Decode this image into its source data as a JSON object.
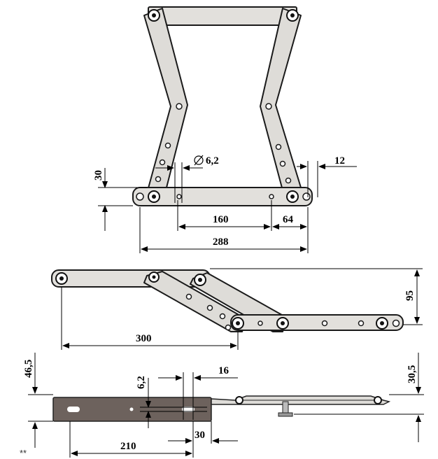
{
  "top_view": {
    "dims": {
      "height_30": "30",
      "hole_dia": "6,2",
      "offset_12": "12",
      "span_160": "160",
      "span_64": "64",
      "width_288": "288"
    }
  },
  "middle_view": {
    "dims": {
      "length_300": "300",
      "height_95": "95"
    }
  },
  "bottom_view": {
    "dims": {
      "height_46_5": "46,5",
      "height_6_2": "6,2",
      "slot_16": "16",
      "height_30_5": "30,5",
      "length_210": "210",
      "slot_30": "30"
    }
  },
  "footer": {
    "mark": "**"
  },
  "colors": {
    "metal": "#dedcd8",
    "plate": "#6d625d",
    "line": "#000000"
  }
}
